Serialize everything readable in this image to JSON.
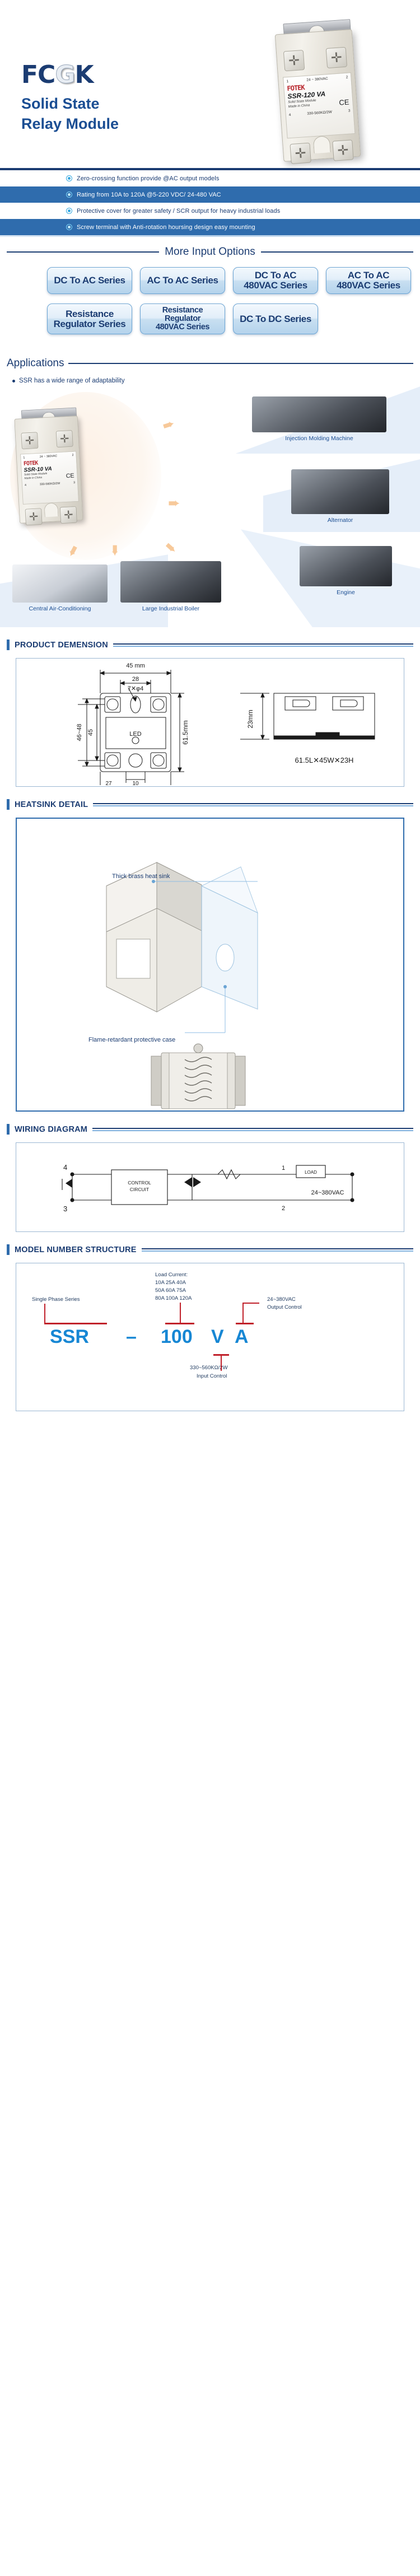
{
  "brand": {
    "logo": "FCGK",
    "logo_pre": "FC",
    "logo_mid": "G",
    "logo_post": "K"
  },
  "hero": {
    "title_line1": "Solid State",
    "title_line2": "Relay Module",
    "product_label": {
      "pin_left": "1",
      "pin_right": "2",
      "voltage": "24 ~ 380VAC",
      "brand": "FOTEK",
      "model": "SSR-120 VA",
      "sub1": "Solid State Module",
      "sub2": "Made in China",
      "ce": "CE",
      "pin_bl": "4",
      "pin_br": "3",
      "resistance": "330-560KΩ/2W"
    }
  },
  "features": [
    {
      "text": "Zero-crossing function provide @AC output models",
      "style": "plain"
    },
    {
      "text": "Rating from 10A to 120A @5-220 VDC/ 24-480 VAC",
      "style": "alt"
    },
    {
      "text": "Protective cover for greater safety  / SCR output for heavy industrial loads",
      "style": "plain"
    },
    {
      "text": "Screw terminal with  Anti-rotation hoursing design easy mounting",
      "style": "alt"
    }
  ],
  "more_input_options": {
    "heading": "More Input Options",
    "buttons": [
      {
        "label": "DC To AC Series",
        "lines": 1
      },
      {
        "label": "AC To AC Series",
        "lines": 1
      },
      {
        "label": "DC To AC\n480VAC Series",
        "lines": 2
      },
      {
        "label": "AC To AC\n480VAC Series",
        "lines": 2
      },
      {
        "label": "Resistance\nRegulator Series",
        "lines": 2
      },
      {
        "label": "Resistance Regulator\n480VAC Series",
        "lines": 2
      },
      {
        "label": "DC To DC Series",
        "lines": 1
      }
    ]
  },
  "applications": {
    "heading": "Applications",
    "subtitle": "SSR has a wide range of adaptability",
    "items": [
      {
        "caption": "Injection Molding Machine"
      },
      {
        "caption": "Alternator"
      },
      {
        "caption": "Engine"
      },
      {
        "caption": "Central Air-Conditioning"
      },
      {
        "caption": "Large Industrial Boiler"
      }
    ],
    "center_product": {
      "brand": "FOTEK",
      "model": "SSR-10 VA",
      "voltage": "24 ~ 380VAC",
      "sub1": "Solid State Module",
      "sub2": "Made in China",
      "resistance": "330-560KΩ/2W",
      "pin_left": "1",
      "pin_right": "2",
      "pin_bl": "4",
      "pin_br": "3",
      "ce": "CE"
    }
  },
  "dimension": {
    "heading": "PRODUCT DEMENSION",
    "labels": {
      "width_top": "45 mm",
      "inner_width": "28",
      "hole": "7✕φ4",
      "height_range": "46~48",
      "height_45": "45",
      "led": "LED",
      "total_height": "61.5mm",
      "bottom_small": "10",
      "bottom_27": "27",
      "side_height": "23mm",
      "summary": "61.5L✕45W✕23H"
    }
  },
  "heatsink": {
    "heading": "HEATSINK DETAIL",
    "note_top": "Thick brass heat sink",
    "note_bottom": "Flame-retardant protective case"
  },
  "wiring": {
    "heading": "WIRING DIAGRAM",
    "labels": {
      "pin4": "4",
      "pin3": "3",
      "pin1": "1",
      "pin2": "2",
      "control": "CONTROL\nCIRCUIT",
      "control_l1": "CONTROL",
      "control_l2": "CIRCUIT",
      "load": "LOAD",
      "supply": "24~380VAC"
    }
  },
  "model_number": {
    "heading": "MODEL NUMBER STRUCTURE",
    "left_label": "Single Phase Series",
    "current_title": "Load Current:",
    "current_l1": "10A 25A 40A",
    "current_l2": "50A 60A 75A",
    "current_l3": "80A 100A 120A",
    "output_l1": "24~380VAC",
    "output_l2": "Output Control",
    "input_l1": "330~560KΩ/2W",
    "input_l2": "Input Control",
    "code_ssr": "SSR",
    "code_dash": "–",
    "code_num": "100",
    "code_v": "V",
    "code_a": "A"
  },
  "colors": {
    "brand_blue": "#1b3c72",
    "accent_blue": "#2f6cad",
    "bullet_cyan": "#35a8e0",
    "code_blue": "#1787d4",
    "code_red": "#c0202a"
  }
}
